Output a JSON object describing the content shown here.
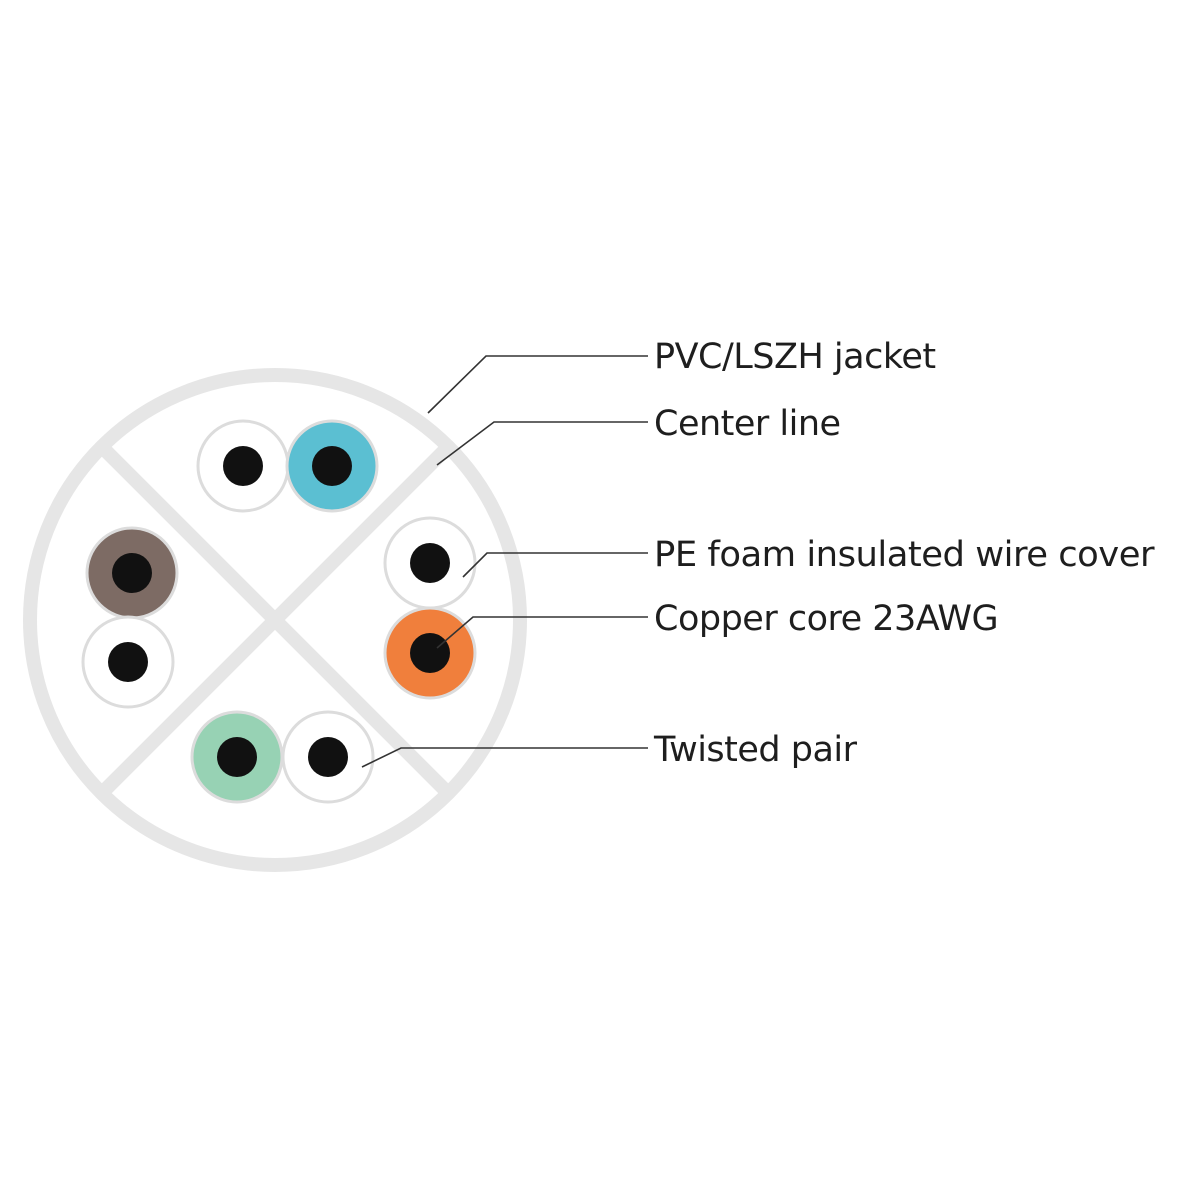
{
  "diagram": {
    "labels": {
      "jacket": "PVC/LSZH jacket",
      "center_line": "Center line",
      "insulation": "PE foam insulated wire cover",
      "copper_core": "Copper core 23AWG",
      "twisted_pair": "Twisted pair"
    },
    "colors": {
      "jacket": "#e6e6e6",
      "background": "#ffffff",
      "core": "#111111",
      "white_insulation": "#ffffff",
      "insulation_outline": "#dcdcdc",
      "blue": "#5bbfd2",
      "brown": "#7d6b64",
      "orange": "#f07f3c",
      "green": "#97d2b4",
      "leader_line": "#333333",
      "text": "#1e1e1e"
    },
    "pairs": [
      {
        "name": "white-blue",
        "wires": [
          "white",
          "blue"
        ]
      },
      {
        "name": "brown-white",
        "wires": [
          "brown",
          "white"
        ]
      },
      {
        "name": "white-orange",
        "wires": [
          "white",
          "orange"
        ]
      },
      {
        "name": "green-white",
        "wires": [
          "green",
          "white"
        ]
      }
    ]
  }
}
